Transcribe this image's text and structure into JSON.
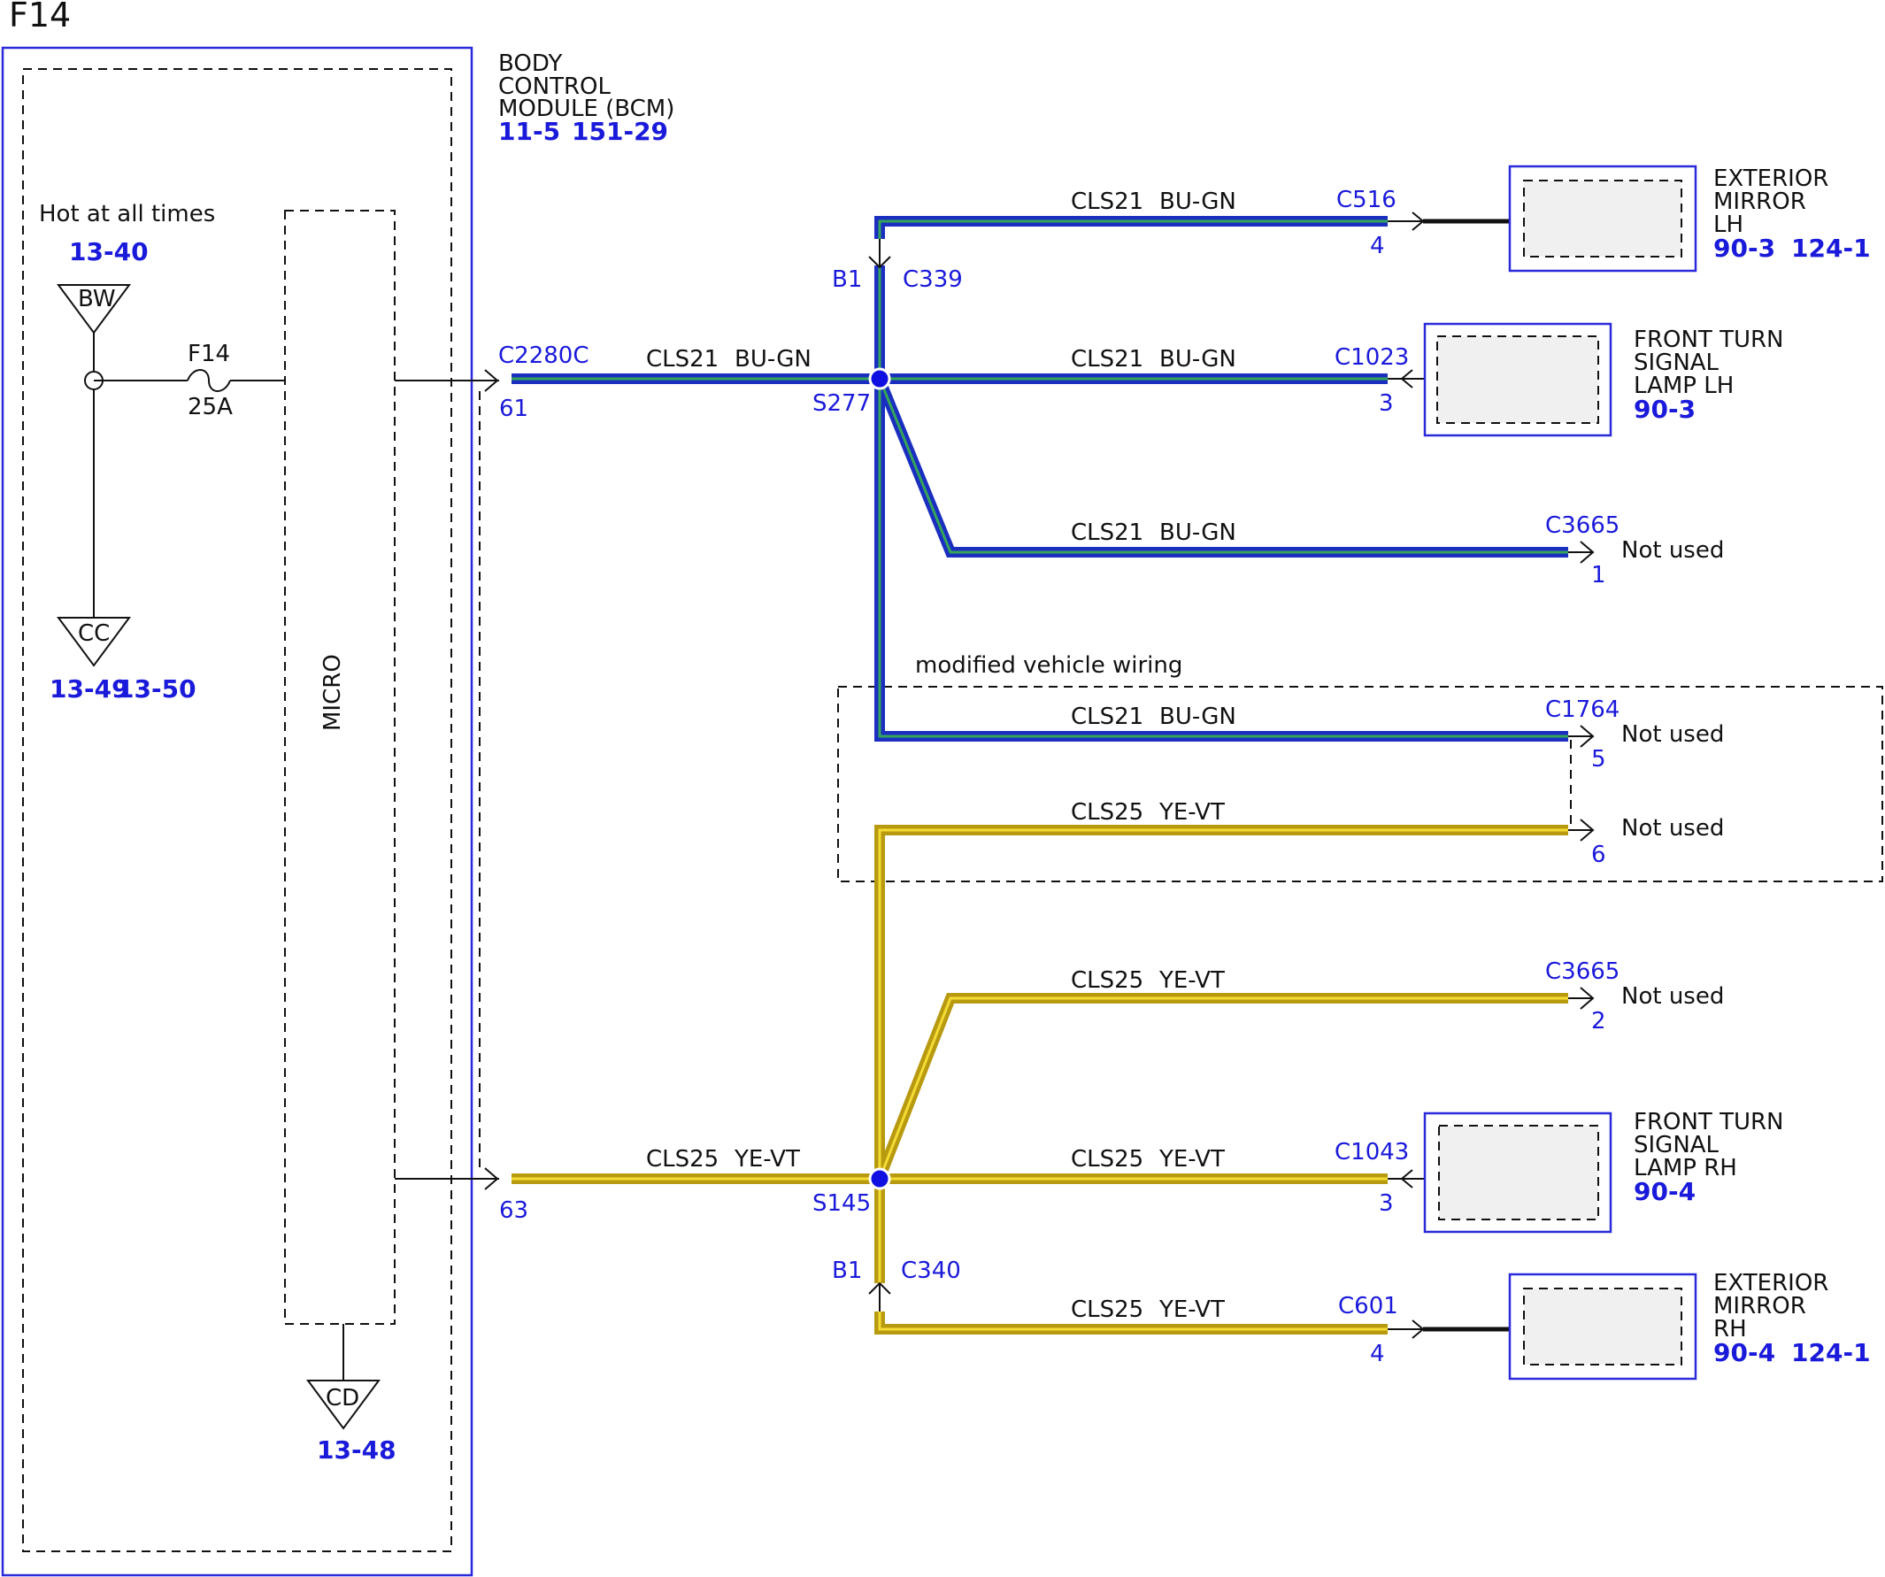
{
  "page_title": "F14",
  "bcm": {
    "lines": [
      "BODY",
      "CONTROL",
      "MODULE (BCM)"
    ],
    "refs": [
      "11-5",
      "151-29"
    ],
    "hot_label": "Hot at all times",
    "bw_ref": "13-40",
    "bw_label": "BW",
    "cc_label": "CC",
    "cc_refs": [
      "13-49",
      "13-50"
    ],
    "cd_label": "CD",
    "cd_ref": "13-48",
    "fuse_name": "F14",
    "fuse_rating": "25A",
    "micro_label": "MICRO",
    "out_connector": "C2280C",
    "pin_top": "61",
    "pin_bottom": "63"
  },
  "colors": {
    "bu_gn_outer": "#1a2fc0",
    "bu_gn_inner": "#35a55a",
    "ye_vt_outer": "#b89a10",
    "ye_vt_inner": "#f4dc35",
    "splice": "#1010e0",
    "label_blue": "#1a1adb"
  },
  "splices": {
    "top": "S277",
    "bottom": "S145"
  },
  "inline_connectors": {
    "top": {
      "pin": "B1",
      "name": "C339"
    },
    "bottom": {
      "pin": "B1",
      "name": "C340"
    }
  },
  "wires": {
    "blue_circuit": "CLS21",
    "blue_color": "BU-GN",
    "yellow_circuit": "CLS25",
    "yellow_color": "YE-VT"
  },
  "connectors": {
    "c516": {
      "name": "C516",
      "pin": "4"
    },
    "c1023": {
      "name": "C1023",
      "pin": "3"
    },
    "c3665_top": {
      "name": "C3665",
      "pin": "1"
    },
    "c1764": {
      "name": "C1764",
      "pin_a": "5",
      "pin_b": "6"
    },
    "c3665_bottom": {
      "name": "C3665",
      "pin": "2"
    },
    "c1043": {
      "name": "C1043",
      "pin": "3"
    },
    "c601": {
      "name": "C601",
      "pin": "4"
    }
  },
  "not_used": "Not used",
  "modified_label": "modified vehicle wiring",
  "components": {
    "mirror_lh": {
      "lines": [
        "EXTERIOR",
        "MIRROR",
        "LH"
      ],
      "refs": [
        "90-3",
        "124-1"
      ]
    },
    "turn_lh": {
      "lines": [
        "FRONT TURN",
        "SIGNAL",
        "LAMP LH"
      ],
      "refs": [
        "90-3"
      ]
    },
    "turn_rh": {
      "lines": [
        "FRONT TURN",
        "SIGNAL",
        "LAMP RH"
      ],
      "refs": [
        "90-4"
      ]
    },
    "mirror_rh": {
      "lines": [
        "EXTERIOR",
        "MIRROR",
        "RH"
      ],
      "refs": [
        "90-4",
        "124-1"
      ]
    }
  }
}
